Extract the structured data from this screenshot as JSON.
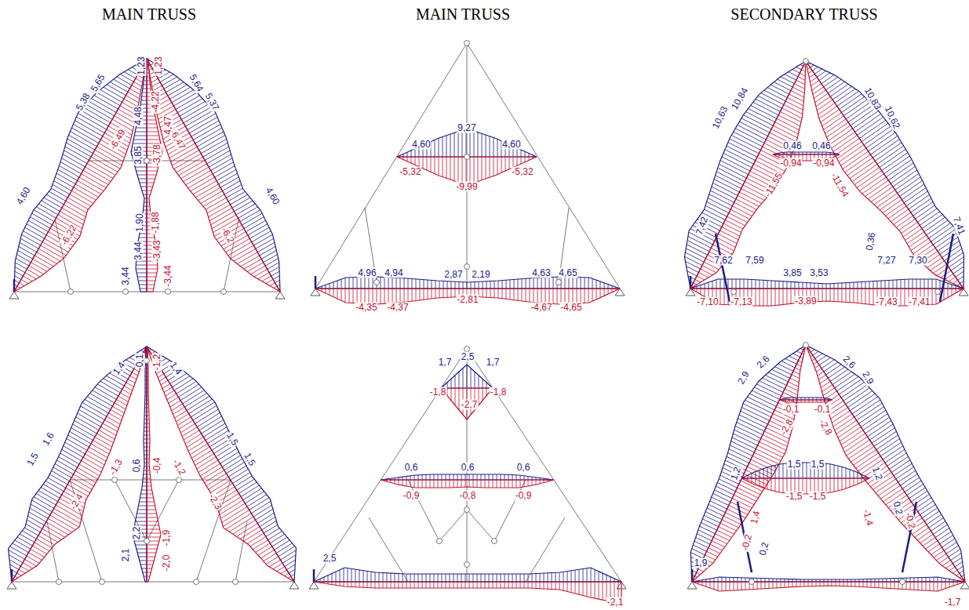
{
  "diagram": {
    "labels": [
      "MAIN TRUSS",
      "MAIN TRUSS",
      "SECONDARY TRUSS",
      "1,23",
      "1,23",
      "5,38",
      "5,65",
      "5,64",
      "5,37",
      "4,60",
      "4,60",
      "-6,49",
      "-6,47",
      "-6,22",
      "-6,2",
      "4,48",
      "3,85",
      "-4,22",
      "-3,78",
      "4,47",
      "1,90",
      "-1,88",
      "3,44",
      "-3,43",
      "3,44",
      "-3,44",
      "4,60",
      "9,27",
      "4,60",
      "-5,32",
      "-9,99",
      "-5,32",
      "4,96",
      "4,94",
      "2,87",
      "2,19",
      "4,63",
      "4,65",
      "-4,35",
      "-4,37",
      "-2,81",
      "-4,67",
      "-4,65",
      "10,63",
      "10,84",
      "10,83",
      "10,62",
      "0,46",
      "0,46",
      "-0,94",
      "-0,94",
      "-11,55",
      "-11,54",
      "7,42",
      "7,41",
      "7,62",
      "7,59",
      "3,85",
      "3,53",
      "7,27",
      "7,30",
      "0,36",
      "-7,10",
      "-7,13",
      "-3,89",
      "-7,43",
      "-7,41",
      "1,4",
      "1,4",
      "0,1",
      "-1,2",
      "1,5",
      "1,6",
      "1,5",
      "1,5",
      "-1,3",
      "-1,2",
      "-2,4",
      "-2,3",
      "0,6",
      "-0,4",
      "2,2",
      "2,1",
      "-1,9",
      "-2,0",
      "1,7",
      "2,5",
      "1,7",
      "-1,8",
      "-2,7",
      "-1,8",
      "0,6",
      "0,6",
      "0,6",
      "-0,9",
      "-0,8",
      "-0,9",
      "2,5",
      "-2,1",
      "2,6",
      "2,6",
      "2,9",
      "2,9",
      "-0,1",
      "-0,1",
      "-2,8",
      "-2,8",
      "1,5",
      "1,5",
      "-1,5",
      "-1,5",
      "1,2",
      "1,2",
      "1,4",
      "-0,2",
      "0,2",
      "-1,4",
      "0,2",
      "-0,2",
      "1,9",
      "-1,7"
    ]
  }
}
